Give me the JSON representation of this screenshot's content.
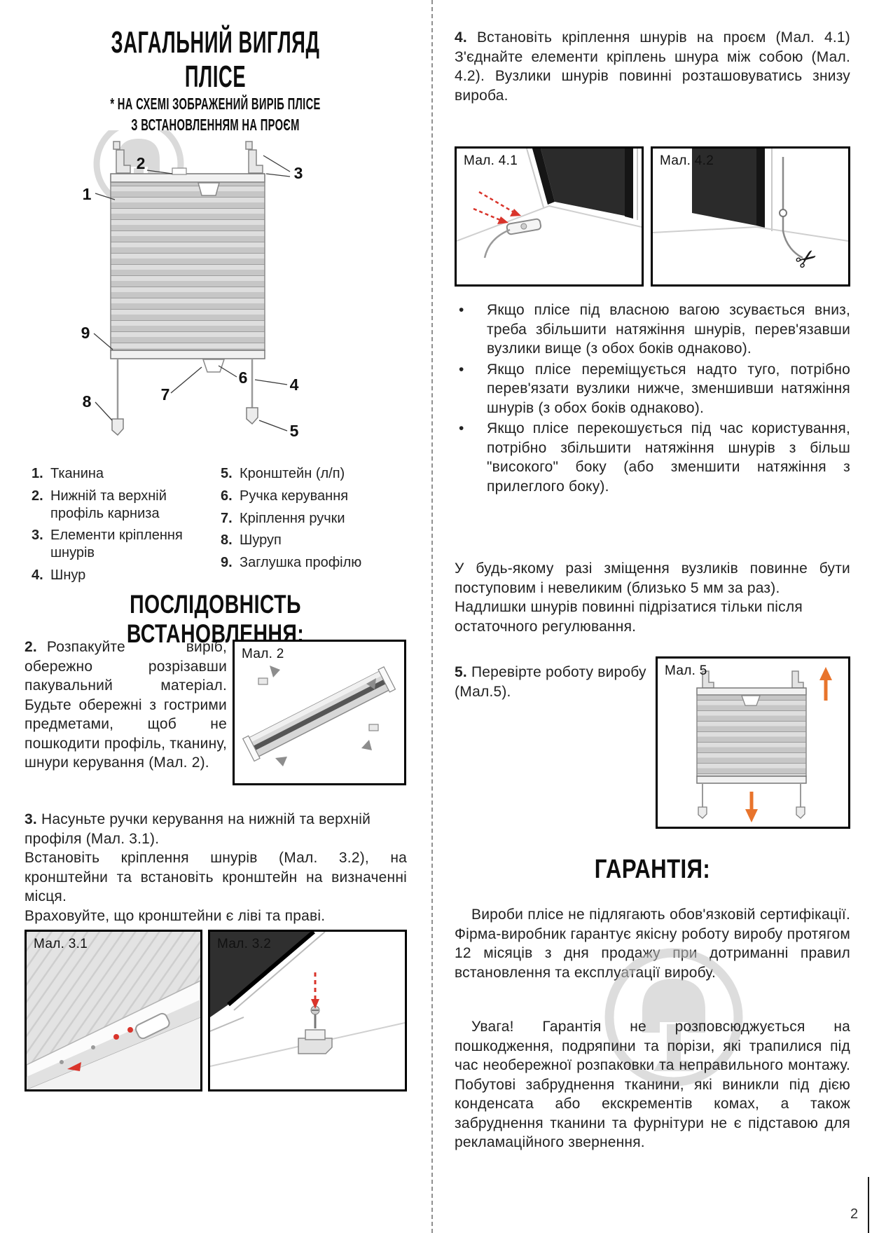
{
  "meta": {
    "page_number": "2"
  },
  "colors": {
    "accent_red": "#d9342b",
    "accent_orange": "#e8742c",
    "watermark_gray": "#c3c3c3"
  },
  "left_column": {
    "title": {
      "line1": "ЗАГАЛЬНИЙ ВИГЛЯД",
      "line2": "ПЛІСЕ"
    },
    "subtitle": {
      "line1": "* НА СХЕМІ ЗОБРАЖЕНИЙ ВИРІБ ПЛІСЕ",
      "line2": "З ВСТАНОВЛЕННЯМ НА ПРОЄМ"
    },
    "diagram_callouts": [
      "1",
      "2",
      "3",
      "4",
      "5",
      "6",
      "7",
      "8",
      "9"
    ],
    "legend": {
      "col1": [
        {
          "num": "1.",
          "text": "Тканина"
        },
        {
          "num": "2.",
          "text": "Нижній та верхній профіль карниза"
        },
        {
          "num": "3.",
          "text": "Елементи кріплення шнурів"
        },
        {
          "num": "4.",
          "text": "Шнур"
        }
      ],
      "col2": [
        {
          "num": "5.",
          "text": "Кронштейн (л/п)"
        },
        {
          "num": "6.",
          "text": "Ручка керування"
        },
        {
          "num": "7.",
          "text": "Кріплення ручки"
        },
        {
          "num": "8.",
          "text": "Шуруп"
        },
        {
          "num": "9.",
          "text": "Заглушка профілю"
        }
      ]
    },
    "install_heading": "ПОСЛІДОВНІСТЬ ВСТАНОВЛЕННЯ:",
    "step2": {
      "num": "2.",
      "text": "Розпакуйте виріб, обережно розрізавши пакувальний матеріал. Будьте обережні з гострими предметами, щоб не пошкодити профіль, тканину, шнури керування (Мал. 2)."
    },
    "step3": {
      "num": "3.",
      "text1": "Насуньте ручки керування на нижній та верхній профіля (Мал. 3.1).",
      "text2": "Встановіть кріплення шнурів (Мал. 3.2), на кронштейни та встановіть кронштейн на визначенні місця.",
      "text3": "Враховуйте, що кронштейни є ліві та праві."
    }
  },
  "right_column": {
    "step4": {
      "num": "4.",
      "text": "Встановіть кріплення шнурів на проєм (Мал. 4.1) З'єднайте елементи кріплень шнура між собою (Мал. 4.2). Вузлики шнурів повинні розташовуватись знизу вироба."
    },
    "bullet_char": "•",
    "bullets": [
      "Якщо плісе під власною вагою зсувається вниз, треба збільшити натяжіння шнурів, перев'язавши вузлики вище (з обох боків однаково).",
      "Якщо плісе переміщується надто туго, потрібно перев'язати вузлики нижче, зменшивши натяжіння шнурів (з обох боків однаково).",
      "Якщо плісе перекошується під час користування, потрібно збільшити натяжіння шнурів з більш \"високого\" боку (або зменшити натяжіння з прилеглого боку)."
    ],
    "note1": "У будь-якому разі зміщення вузликів повинне бути поступовим і невеликим (близько 5 мм за раз).",
    "note2": "Надлишки шнурів повинні підрізатися тільки після остаточного регулювання.",
    "step5": {
      "num": "5.",
      "text": "Перевірте роботу виробу (Мал.5)."
    },
    "warranty": {
      "heading": "ГАРАНТІЯ:",
      "p1": "Вироби плісе не підлягають обов'язковій сертифікації. Фірма-виробник гарантує якісну роботу виробу протягом 12 місяців з дня продажу при дотриманні правил встановлення та експлуатації виробу.",
      "p2": "Увага! Гарантія не розповсюджується на пошкодження, подряпини та порізи, які трапилися під час необережної розпаковки та неправильного монтажу. Побутові забруднення тканини, які виникли під дією конденсата або екскрементів комах, а також забруднення тканини та фурнітури не є підставою для рекламаційного звернення."
    }
  },
  "figures": {
    "fig2": {
      "label": "Мал. 2"
    },
    "fig31": {
      "label": "Мал. 3.1"
    },
    "fig32": {
      "label": "Мал. 3.2"
    },
    "fig41": {
      "label": "Мал. 4.1"
    },
    "fig42": {
      "label": "Мал. 4.2"
    },
    "fig5": {
      "label": "Мал. 5"
    }
  }
}
